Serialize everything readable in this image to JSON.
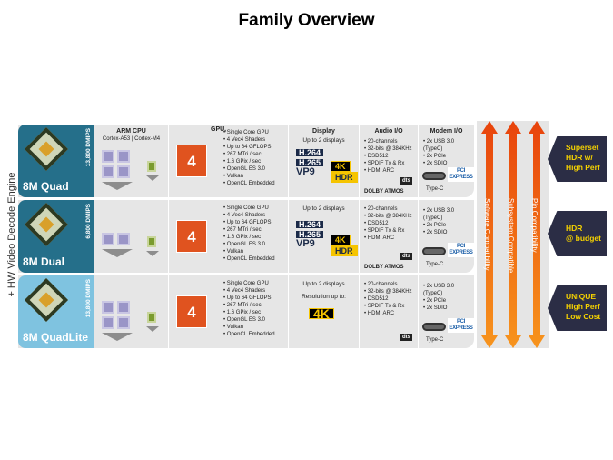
{
  "title": "Family Overview",
  "side_label": "+ HW Video Decode Engine",
  "headers": {
    "cpu": "ARM CPU",
    "cpu_sub": "Cortex-A53 | Cortex-M4",
    "gpu": "GPU,",
    "display": "Display",
    "audio": "Audio I/O",
    "modem": "Modem I/O"
  },
  "rows": [
    {
      "name": "8M Quad",
      "dmips": "13,800 DMIPS",
      "color": "#256f8a",
      "a53_cores": 4,
      "gpu_count": "4",
      "gpu": [
        "Single Core GPU",
        "4 Vec4 Shaders",
        "Up to 64 GFLOPS",
        "267 MTri / sec",
        "1.6 GPix / sec",
        "OpenGL ES 3.0",
        "Vulkan",
        "OpenCL Embedded"
      ],
      "display": "Up to 2 displays",
      "codecs": [
        "H.264",
        "H.265",
        "VP9"
      ],
      "k4": "4K",
      "hdr": "HDR",
      "audio": [
        "20-channels",
        "32-bits @ 384KHz",
        "DSD512",
        "SPDIF Tx & Rx",
        "HDMI ARC"
      ],
      "dts": "dts",
      "dolby": "DOLBY ATMOS",
      "modem": [
        "2x USB 3.0 (TypeC)",
        "2x PCIe",
        "2x SDIO"
      ],
      "typec": "Type-C",
      "pci": "PCI EXPRESS"
    },
    {
      "name": "8M Dual",
      "dmips": "6,800 DMIPS",
      "color": "#256f8a",
      "a53_cores": 2,
      "gpu_count": "4",
      "gpu": [
        "Single Core GPU",
        "4 Vec4 Shaders",
        "Up to 64 GFLOPS",
        "267 MTri / sec",
        "1.6 GPix / sec",
        "OpenGL ES 3.0",
        "Vulkan",
        "OpenCL Embedded"
      ],
      "display": "Up to 2 displays",
      "codecs": [
        "H.264",
        "H.265",
        "VP9"
      ],
      "k4": "4K",
      "hdr": "HDR",
      "audio": [
        "20-channels",
        "32-bits @ 384KHz",
        "DSD512",
        "SPDIF Tx & Rx",
        "HDMI ARC"
      ],
      "dts": "dts",
      "dolby": "DOLBY ATMOS",
      "modem": [
        "2x USB 3.0 (TypeC)",
        "2x PCIe",
        "2x SDIO"
      ],
      "typec": "Type-C",
      "pci": "PCI EXPRESS"
    },
    {
      "name": "8M QuadLite",
      "dmips": "13,800 DMIPS",
      "color": "#7fc3e0",
      "a53_cores": 4,
      "gpu_count": "4",
      "gpu": [
        "Single Core GPU",
        "4 Vec4 Shaders",
        "Up to 64 GFLOPS",
        "267 MTri / sec",
        "1.6 GPix / sec",
        "OpenGL ES 3.0",
        "Vulkan",
        "OpenCL Embedded"
      ],
      "display": "Up to 2 displays",
      "resolution": "Resolution up to:",
      "k4": "4K",
      "audio": [
        "20-channels",
        "32-bits @ 384KHz",
        "DSD512",
        "SPDIF Tx & Rx",
        "HDMI ARC"
      ],
      "dts": "dts",
      "modem": [
        "2x USB 3.0 (TypeC)",
        "2x PCIe",
        "2x SDIO"
      ],
      "typec": "Type-C",
      "pci": "PCI EXPRESS"
    }
  ],
  "arrows": [
    "Software  Compatibility",
    "Subsystem Compatible",
    "Pin Compatibility"
  ],
  "callouts": [
    [
      "Superset",
      "HDR w/",
      "High Perf"
    ],
    [
      "HDR",
      "@ budget"
    ],
    [
      "UNIQUE",
      "High Perf",
      "Low Cost"
    ]
  ],
  "colors": {
    "arrow": "#f26a10",
    "callout_bg": "#2b2d45",
    "callout_text": "#f5d200",
    "gpu": "#e0531f"
  }
}
